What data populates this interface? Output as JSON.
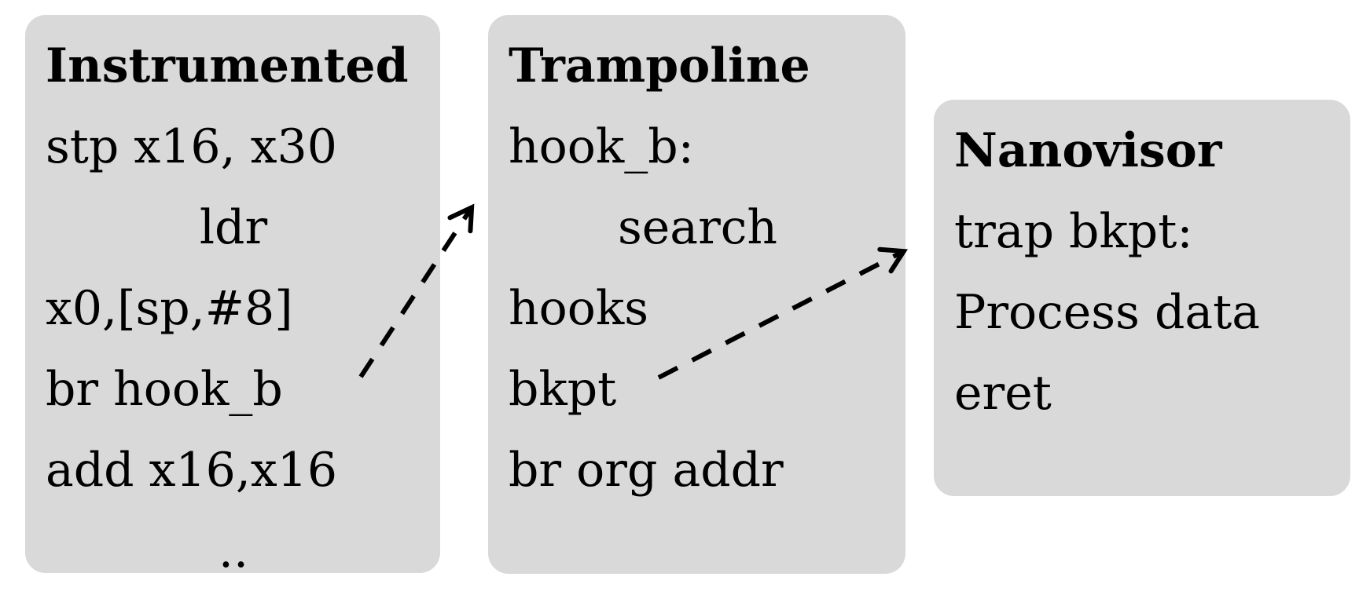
{
  "figure": {
    "colors": {
      "box_background": "#d9d9d9",
      "text": "#000000",
      "arrow": "#000000"
    },
    "boxes": [
      {
        "title": "Instrumented",
        "lines": [
          "stp x16, x30",
          "ldr",
          "x0,[sp,#8]",
          "br hook_b",
          "add x16,x16",
          ".."
        ]
      },
      {
        "title": "Trampoline",
        "lines": [
          "hook_b:",
          "search",
          "hooks",
          "bkpt",
          "br org addr"
        ]
      },
      {
        "title": "Nanovisor",
        "lines": [
          "trap bkpt:",
          "Process data",
          "eret"
        ]
      }
    ],
    "arrows": [
      {
        "name": "br hook_b to trampoline hook_b"
      },
      {
        "name": "trampoline bkpt to nanovisor trap"
      }
    ]
  }
}
